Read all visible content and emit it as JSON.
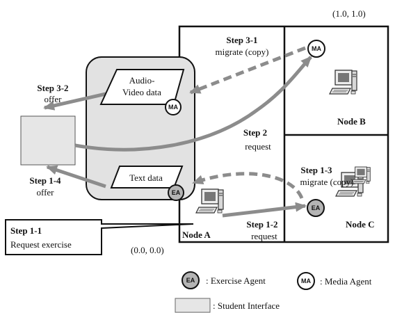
{
  "corner_labels": {
    "top_right": "(1.0, 1.0)",
    "bottom_left": "(0.0, 0.0)"
  },
  "nodes": {
    "a": "Node A",
    "b": "Node B",
    "c": "Node C"
  },
  "documents": {
    "audio_video_line1": "Audio-",
    "audio_video_line2": "Video data",
    "text": "Text data"
  },
  "agents": {
    "ea": "EA",
    "ma": "MA"
  },
  "steps": {
    "s3_1": {
      "title": "Step 3-1",
      "desc": "migrate (copy)"
    },
    "s3_2": {
      "title": "Step 3-2",
      "desc": "offer"
    },
    "s2": {
      "title": "Step 2",
      "desc": "request"
    },
    "s1_3": {
      "title": "Step 1-3",
      "desc": "migrate (copy)"
    },
    "s1_4": {
      "title": "Step 1-4",
      "desc": "offer"
    },
    "s1_2": {
      "title": "Step 1-2",
      "desc": "request"
    },
    "s1_1": {
      "title": "Step 1-1",
      "desc": "Request exercise"
    }
  },
  "legend": {
    "exercise_agent": ": Exercise Agent",
    "media_agent": ": Media Agent",
    "student_interface": ": Student Interface"
  },
  "colors": {
    "arrow": "#8c8c8c",
    "panel_fill": "#e2e2e2",
    "interface_fill": "#e6e6e6",
    "agent_fill": "#b4b4b4"
  }
}
